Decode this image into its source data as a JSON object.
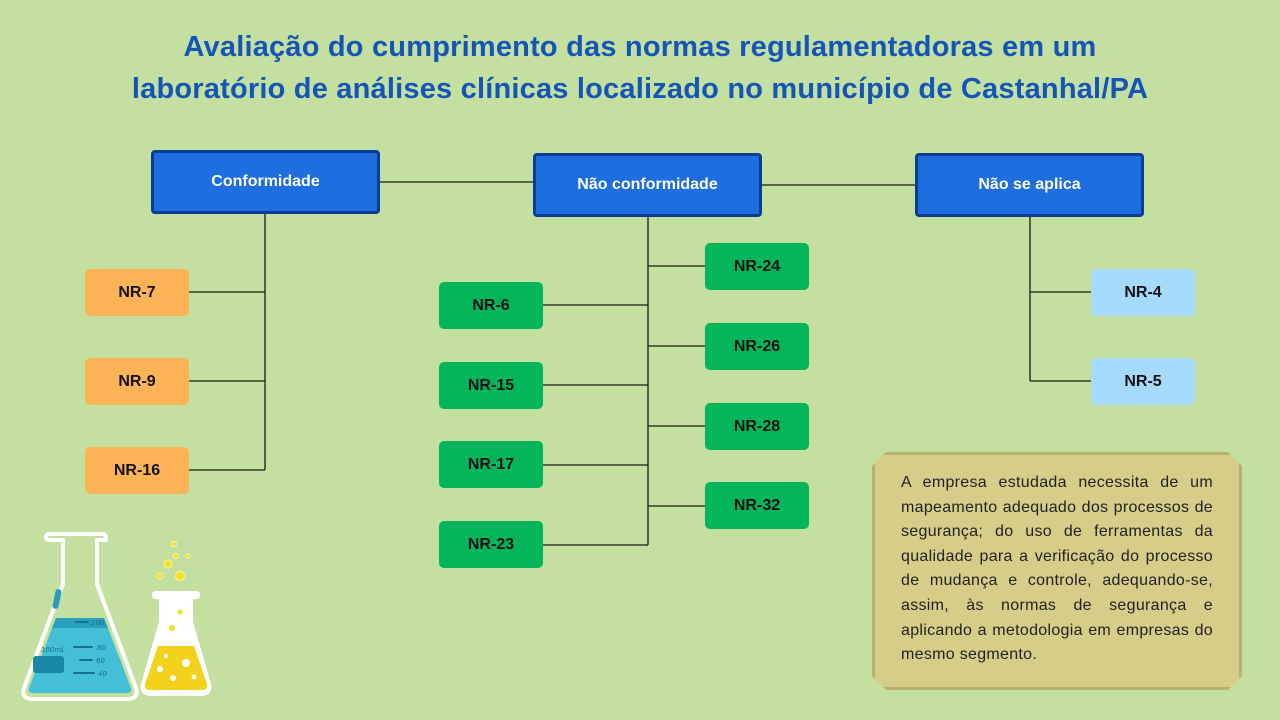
{
  "title": {
    "line1": "Avaliação do cumprimento das normas regulamentadoras em um",
    "line2": "laboratório de análises clínicas localizado no município de Castanhal/PA"
  },
  "categories": {
    "conformidade": "Conformidade",
    "nao_conformidade": "Não conformidade",
    "nao_se_aplica": "Não se aplica"
  },
  "conformidade_items": [
    "NR-7",
    "NR-9",
    "NR-16"
  ],
  "nao_conformidade_left": [
    "NR-6",
    "NR-15",
    "NR-17",
    "NR-23"
  ],
  "nao_conformidade_right": [
    "NR-24",
    "NR-26",
    "NR-28",
    "NR-32"
  ],
  "nao_se_aplica_items": [
    "NR-4",
    "NR-5"
  ],
  "note": "A empresa estudada necessita de um mapeamento adequado dos processos de segurança; do uso de ferramentas da qualidade para a verificação do processo de mudança e controle, adequando-se, assim, às normas de segurança e aplicando a metodologia em empresas do mesmo segmento.",
  "flask_labels": {
    "volume": "100mL",
    "tick_100": "100",
    "tick_80": "80",
    "tick_60": "60",
    "tick_40": "40"
  },
  "colors": {
    "background": "#c4e0a0",
    "title": "#1555b8",
    "category_fill": "#1e6ee0",
    "category_border": "#0b3d94",
    "conformidade_nr": "#fbb356",
    "nao_conformidade_nr": "#02b55a",
    "nao_se_aplica_nr": "#a5dafc",
    "note_fill": "#d6cd88"
  }
}
